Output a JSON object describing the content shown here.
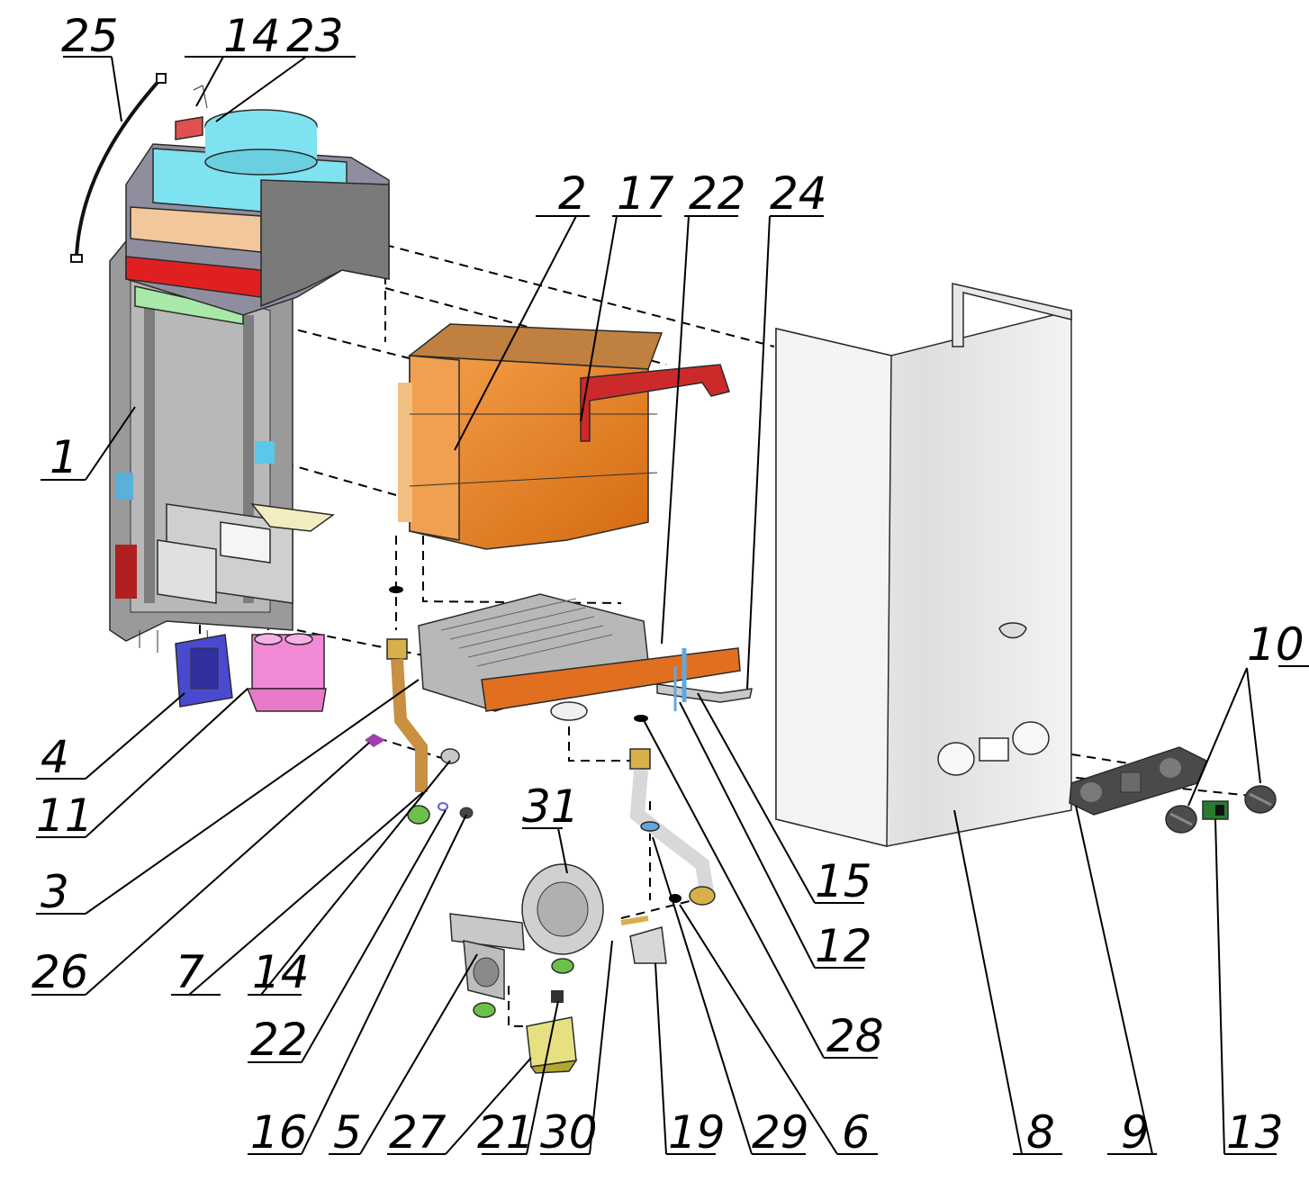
{
  "callouts": [
    "1",
    "2",
    "3",
    "4",
    "5",
    "6",
    "7",
    "8",
    "9",
    "10",
    "11",
    "12",
    "13",
    "14",
    "14",
    "15",
    "16",
    "17",
    "19",
    "21",
    "22",
    "22",
    "23",
    "24",
    "25",
    "26",
    "27",
    "28",
    "29",
    "30",
    "31"
  ],
  "colors": {
    "heat_exchanger": "#e8801e",
    "fan_hood": "#7fe2f0",
    "frame": "#8c8c8c",
    "housing": "#ececec",
    "red_parts": "#d43020",
    "pink_part": "#f08ad6",
    "blue_part": "#4a4ad0",
    "brass": "#d8b04a",
    "green_fittings": "#6cc04a"
  }
}
